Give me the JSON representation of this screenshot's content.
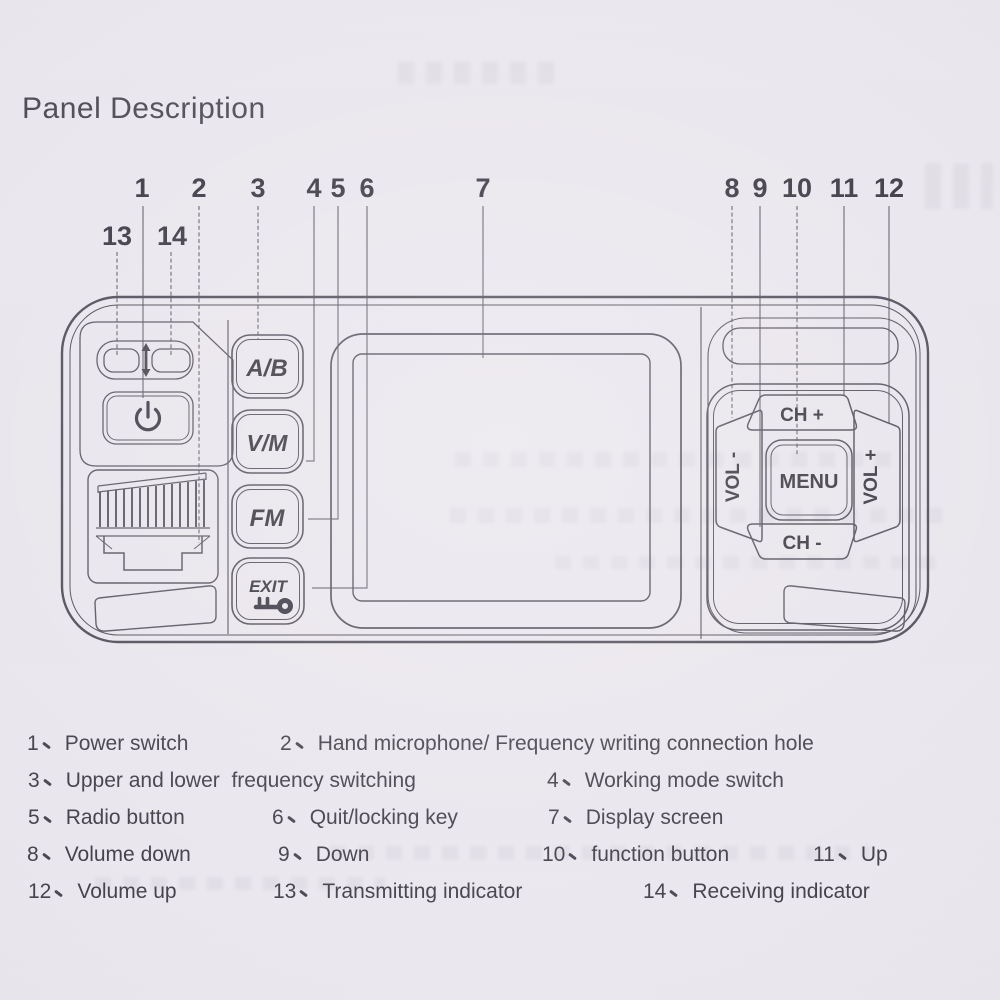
{
  "page": {
    "title": "Panel Description"
  },
  "colors": {
    "paper": "#e9e6ed",
    "line": "#57535f",
    "ink": "#46434e",
    "label_ink": "#3c3946"
  },
  "callouts": {
    "n1": "1",
    "n2": "2",
    "n3": "3",
    "n4": "4",
    "n5": "5",
    "n6": "6",
    "n7": "7",
    "n8": "8",
    "n9": "9",
    "n10": "10",
    "n11": "11",
    "n12": "12",
    "n13": "13",
    "n14": "14"
  },
  "device": {
    "buttons": {
      "ab": "A/B",
      "vm": "V/M",
      "fm": "FM",
      "exit": "EXIT",
      "menu": "MENU",
      "ch_up": "CH +",
      "ch_down": "CH -",
      "vol_down": "VOL -",
      "vol_up": "VOL +"
    },
    "icons": {
      "power": "power-icon",
      "updown": "up-down-arrow-icon",
      "keylock": "key-lock-icon",
      "connector": "rj45-connector"
    }
  },
  "legend": {
    "items": [
      {
        "num": "1",
        "label": "Power switch"
      },
      {
        "num": "2",
        "label": "Hand microphone/ Frequency writing connection hole"
      },
      {
        "num": "3",
        "label": "Upper and lower  frequency switching"
      },
      {
        "num": "4",
        "label": "Working mode switch"
      },
      {
        "num": "5",
        "label": "Radio button"
      },
      {
        "num": "6",
        "label": "Quit/locking key"
      },
      {
        "num": "7",
        "label": "Display screen"
      },
      {
        "num": "8",
        "label": "Volume down"
      },
      {
        "num": "9",
        "label": "Down"
      },
      {
        "num": "10",
        "label": "function button"
      },
      {
        "num": "11",
        "label": "Up"
      },
      {
        "num": "12",
        "label": "Volume up"
      },
      {
        "num": "13",
        "label": "Transmitting indicator"
      },
      {
        "num": "14",
        "label": "Receiving indicator"
      }
    ]
  }
}
